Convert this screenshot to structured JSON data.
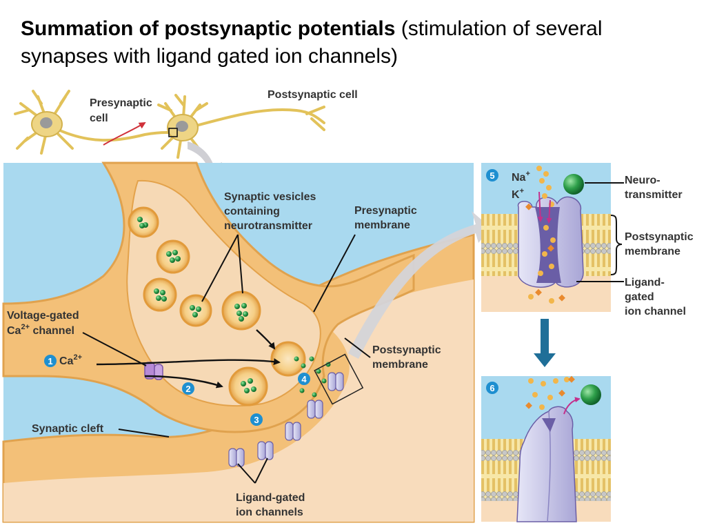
{
  "title": {
    "bold": "Summation of postsynaptic potentials",
    "rest": " (stimulation of several synapses with ligand gated ion channels)"
  },
  "neuron_overview": {
    "presynaptic_line1": "Presynaptic",
    "presynaptic_line2": "cell",
    "postsynaptic": "Postsynaptic cell"
  },
  "labels": {
    "vesicles_line1": "Synaptic vesicles",
    "vesicles_line2": "containing",
    "vesicles_line3": "neurotransmitter",
    "presyn_membrane_line1": "Presynaptic",
    "presyn_membrane_line2": "membrane",
    "voltage_gated_line1": "Voltage-gated",
    "voltage_gated_line2_a": "Ca",
    "voltage_gated_line2_sup": "2+",
    "voltage_gated_line2_b": " channel",
    "ca_a": "Ca",
    "ca_sup": "2+",
    "synaptic_cleft": "Synaptic cleft",
    "postsyn_membrane_line1": "Postsynaptic",
    "postsyn_membrane_line2": "membrane",
    "ligand_channels_line1": "Ligand-gated",
    "ligand_channels_line2": "ion channels"
  },
  "inset_labels": {
    "na": "Na",
    "k": "K",
    "ion_sup": "+",
    "neuro_line1": "Neuro-",
    "neuro_line2": "transmitter",
    "post_membrane_line1": "Postsynaptic",
    "post_membrane_line2": "membrane",
    "ligand_line1": "Ligand-",
    "ligand_line2": "gated",
    "ligand_line3": "ion channel"
  },
  "steps": [
    "1",
    "2",
    "3",
    "4",
    "5",
    "6"
  ],
  "colors": {
    "fluid": "#a9d9ef",
    "axon": "#f3c078",
    "axon_edge": "#e0a24e",
    "cytoplasm": "#f6d9b5",
    "membrane_head": "#f0cf74",
    "channel": "#c9c9e8",
    "channel_dark": "#6a5ea6",
    "neurotransmitter": "#2e9f4a",
    "step_badge": "#1e8fd0"
  }
}
